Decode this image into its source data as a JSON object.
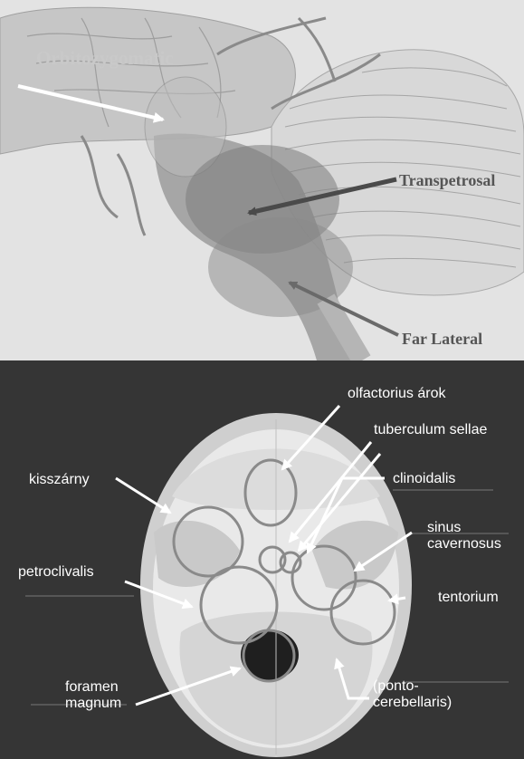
{
  "top_panel": {
    "labels": {
      "orbitozygomatic": "Orbitozygomatic",
      "transpetrosal": "Transpetrosal",
      "far_lateral": "Far Lateral"
    }
  },
  "bottom_panel": {
    "labels": {
      "olfactorius": "olfactorius árok",
      "tuberculum": "tuberculum sellae",
      "kisszarny": "kisszárny",
      "clinoidalis": "clinoidalis",
      "sinus_line1": "sinus",
      "sinus_line2": "cavernosus",
      "petroclivalis": "petroclivalis",
      "tentorium": "tentorium",
      "foramen_line1": "foramen",
      "foramen_line2": "magnum",
      "ponto_line1": "(ponto-",
      "ponto_line2": "cerebellaris)"
    }
  }
}
